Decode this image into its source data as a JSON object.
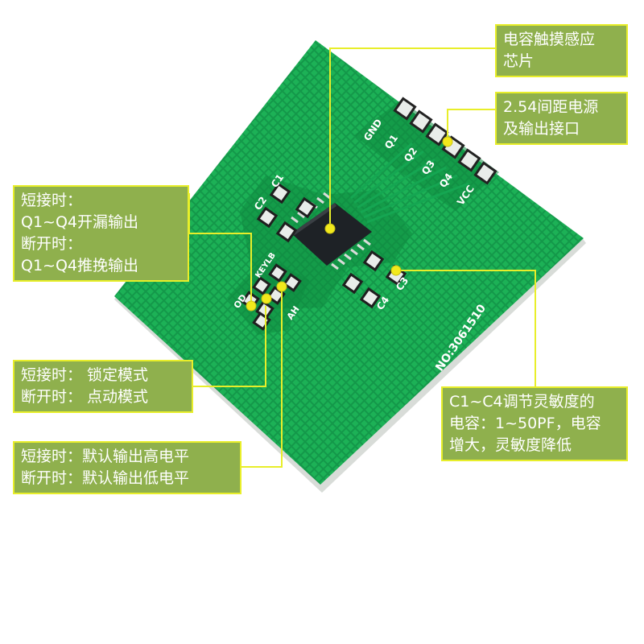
{
  "colors": {
    "pcb_green": "#16a04e",
    "mask_dark": "#0e7f3c",
    "label_bg": "#8fb04d",
    "label_border": "#e8ee2a",
    "leader": "#e8ee2a",
    "marker": "#f2e91c"
  },
  "board": {
    "silkscreen": {
      "pins": [
        "GND",
        "Q1",
        "Q2",
        "Q3",
        "Q4",
        "VCC"
      ],
      "caps": [
        "C1",
        "C2",
        "C3",
        "C4"
      ],
      "jumpers": [
        "OD",
        "KEYLB",
        "AH"
      ],
      "part_no": "NO:3061510"
    }
  },
  "labels": {
    "chip": {
      "lines": [
        "电容触摸感应",
        "芯片"
      ]
    },
    "header": {
      "lines": [
        "2.54间距电源",
        "及输出接口"
      ]
    },
    "output_mode": {
      "lines": [
        "短接时：",
        "Q1~Q4开漏输出",
        "断开时：",
        "Q1~Q4推挽输出"
      ]
    },
    "lock_mode": {
      "lines": [
        "短接时：  锁定模式",
        "断开时：  点动模式"
      ]
    },
    "level": {
      "lines": [
        "短接时：默认输出高电平",
        "断开时：默认输出低电平"
      ]
    },
    "capacitor": {
      "lines": [
        "C1~C4调节灵敏度的",
        "电容：1~50PF，电容",
        "增大，灵敏度降低"
      ]
    }
  }
}
